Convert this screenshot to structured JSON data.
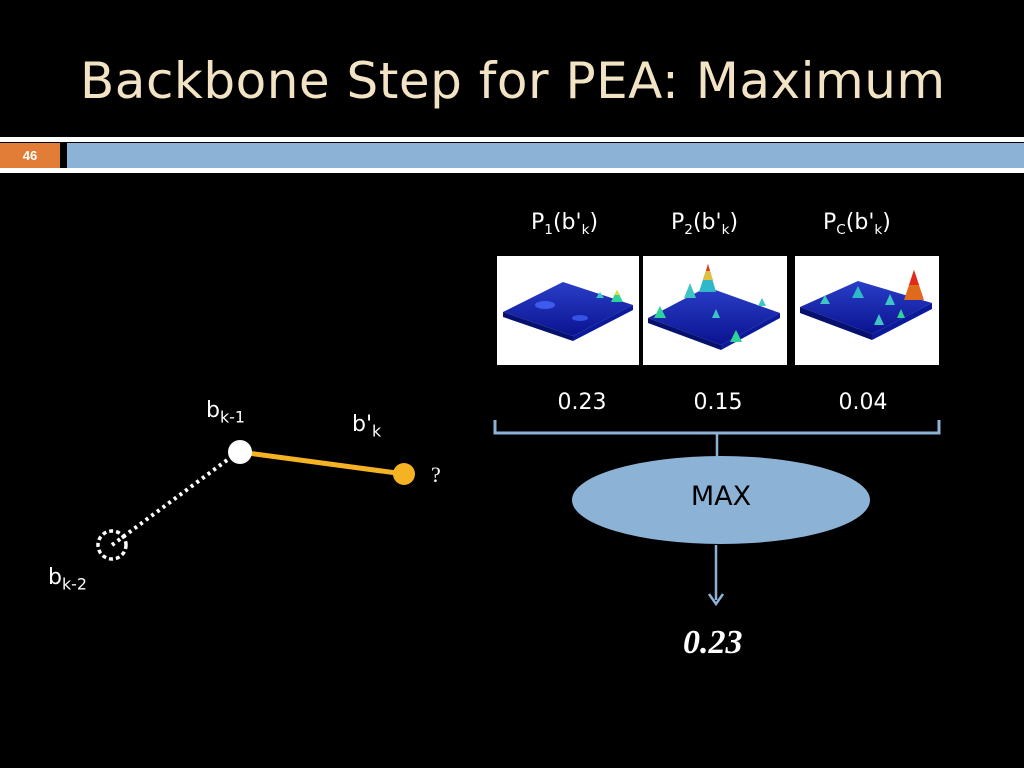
{
  "slide": {
    "title": "Backbone Step for PEA: Maximum",
    "number": "46"
  },
  "diagram": {
    "nodes": {
      "b_k_minus_2": {
        "base": "b",
        "sub": "k-2"
      },
      "b_k_minus_1": {
        "base": "b",
        "sub": "k-1"
      },
      "b_prime_k": {
        "base": "b'",
        "sub": "k"
      }
    },
    "question_mark": "?",
    "panels": [
      {
        "label_main": "P",
        "label_sub": "1",
        "label_arg": "(b'",
        "label_arg_sub": "k",
        "label_close": ")",
        "value": "0.23"
      },
      {
        "label_main": "P",
        "label_sub": "2",
        "label_arg": "(b'",
        "label_arg_sub": "k",
        "label_close": ")",
        "value": "0.15"
      },
      {
        "label_main": "P",
        "label_sub": "C",
        "label_arg": "(b'",
        "label_arg_sub": "k",
        "label_close": ")",
        "value": "0.04"
      }
    ],
    "operator": "MAX",
    "result": "0.23"
  },
  "colors": {
    "background": "#000000",
    "title": "#f1e3c4",
    "slide_number_box": "#e27d38",
    "header_band": "#8cb3d6",
    "orange_edge": "#f5b324",
    "ellipse_fill": "#8cb3d6",
    "bracket": "#8cb3d6"
  }
}
